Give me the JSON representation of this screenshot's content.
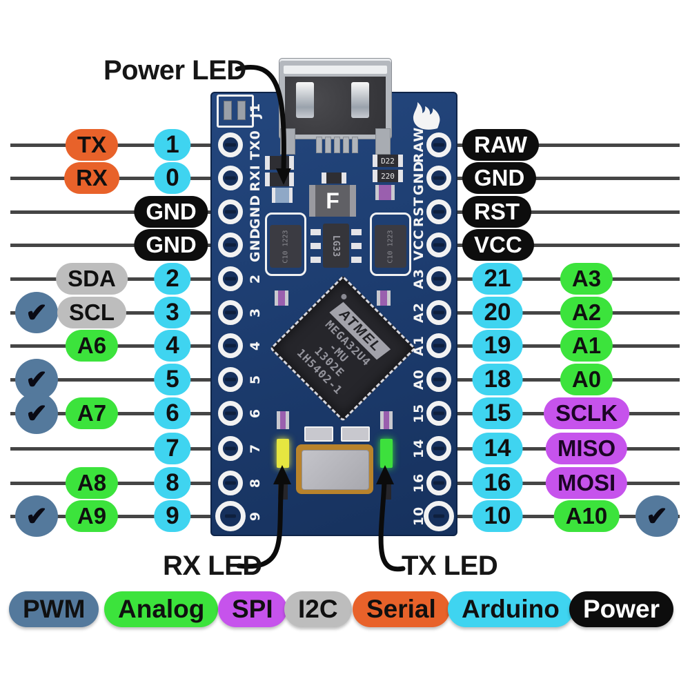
{
  "callouts": {
    "power_led": "Power LED",
    "rx_led": "RX LED",
    "tx_led": "TX LED"
  },
  "colors": {
    "pwm": "#54799c",
    "analog": "#3ce33c",
    "spi": "#c653ec",
    "i2c": "#bdbdbd",
    "serial": "#e8622a",
    "arduino": "#3fd4f0",
    "power": "#0d0d0d",
    "board_blue": "#1d3d70",
    "wire_gray": "#454545",
    "rx_led_yellow": "#e6e640",
    "tx_led_green": "#3de03d",
    "check_glyph": "✔"
  },
  "left_rows": [
    {
      "pin": "1",
      "label": "TX",
      "type": "serial",
      "pwm": false
    },
    {
      "pin": "0",
      "label": "RX",
      "type": "serial",
      "pwm": false
    },
    {
      "pin": "",
      "label": "GND",
      "type": "power",
      "pwm": false
    },
    {
      "pin": "",
      "label": "GND",
      "type": "power",
      "pwm": false
    },
    {
      "pin": "2",
      "label": "SDA",
      "type": "i2c",
      "pwm": false
    },
    {
      "pin": "3",
      "label": "SCL",
      "type": "i2c",
      "pwm": true
    },
    {
      "pin": "4",
      "label": "A6",
      "type": "analog",
      "pwm": false
    },
    {
      "pin": "5",
      "label": "",
      "type": "",
      "pwm": true
    },
    {
      "pin": "6",
      "label": "A7",
      "type": "analog",
      "pwm": true
    },
    {
      "pin": "7",
      "label": "",
      "type": "",
      "pwm": false
    },
    {
      "pin": "8",
      "label": "A8",
      "type": "analog",
      "pwm": false
    },
    {
      "pin": "9",
      "label": "A9",
      "type": "analog",
      "pwm": true
    }
  ],
  "right_rows": [
    {
      "pin": "",
      "label": "RAW",
      "type": "power",
      "pwm": false
    },
    {
      "pin": "",
      "label": "GND",
      "type": "power",
      "pwm": false
    },
    {
      "pin": "",
      "label": "RST",
      "type": "power",
      "pwm": false
    },
    {
      "pin": "",
      "label": "VCC",
      "type": "power",
      "pwm": false
    },
    {
      "pin": "21",
      "label": "A3",
      "type": "analog",
      "pwm": false
    },
    {
      "pin": "20",
      "label": "A2",
      "type": "analog",
      "pwm": false
    },
    {
      "pin": "19",
      "label": "A1",
      "type": "analog",
      "pwm": false
    },
    {
      "pin": "18",
      "label": "A0",
      "type": "analog",
      "pwm": false
    },
    {
      "pin": "15",
      "label": "SCLK",
      "type": "spi",
      "pwm": false
    },
    {
      "pin": "14",
      "label": "MISO",
      "type": "spi",
      "pwm": false
    },
    {
      "pin": "16",
      "label": "MOSI",
      "type": "spi",
      "pwm": false
    },
    {
      "pin": "10",
      "label": "A10",
      "type": "analog",
      "pwm": true
    }
  ],
  "legend": [
    {
      "label": "PWM",
      "type": "pwm"
    },
    {
      "label": "Analog",
      "type": "analog"
    },
    {
      "label": "SPI",
      "type": "spi"
    },
    {
      "label": "I2C",
      "type": "i2c"
    },
    {
      "label": "Serial",
      "type": "serial"
    },
    {
      "label": "Arduino",
      "type": "arduino"
    },
    {
      "label": "Power",
      "type": "power"
    }
  ],
  "board": {
    "silk_left": [
      "J1",
      "TX0",
      "RXI",
      "GND",
      "GND",
      "2",
      "3",
      "4",
      "5",
      "6",
      "7",
      "8",
      "9"
    ],
    "silk_right": [
      "RAW",
      "GND",
      "RST",
      "VCC",
      "A3",
      "A2",
      "A1",
      "A0",
      "15",
      "14",
      "16",
      "10"
    ],
    "chip": {
      "brand": "ATMEL",
      "lines": [
        "MEGA32U4",
        "-MU",
        "1302E",
        "1H5402-1"
      ]
    },
    "components": {
      "d22": "D22",
      "r220": "220",
      "fuse": "F",
      "regulator": "LG33",
      "cap_left": "C10 1223",
      "cap_right": "C10 1223"
    }
  }
}
